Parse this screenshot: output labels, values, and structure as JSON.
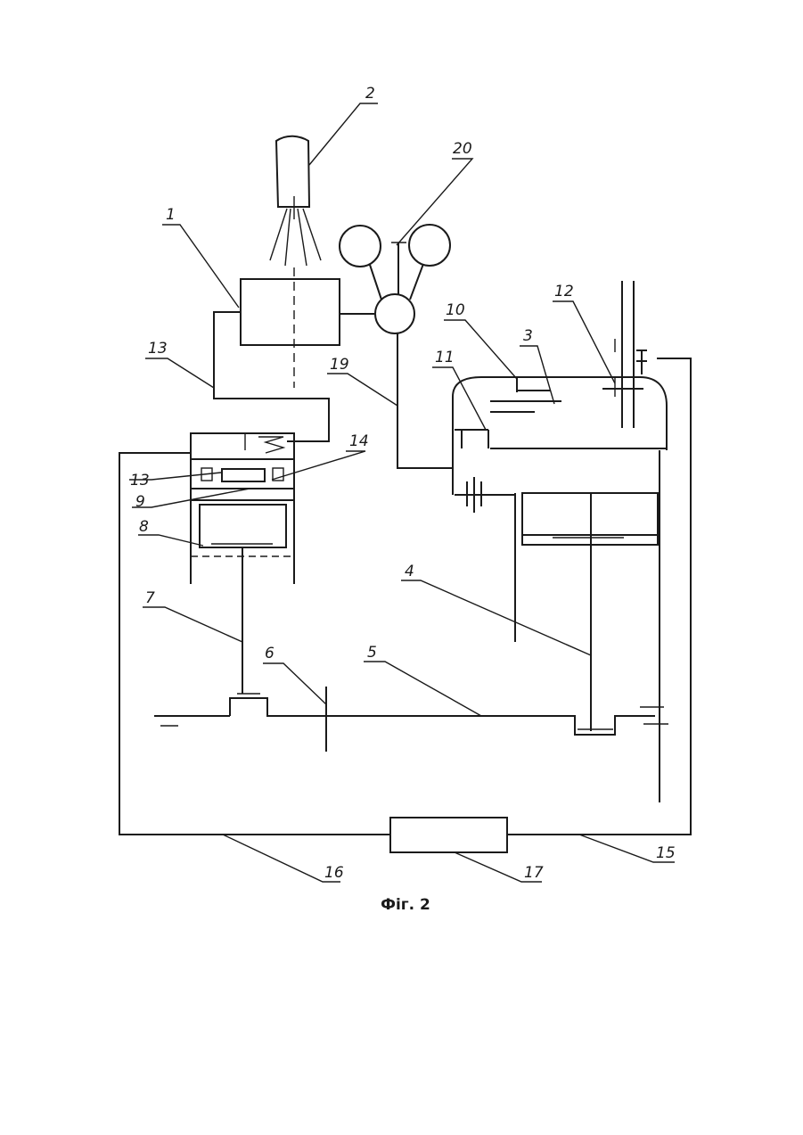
{
  "caption": "Фіг. 2",
  "labels": {
    "l1": "1",
    "l2": "2",
    "l3": "3",
    "l4": "4",
    "l5": "5",
    "l6": "6",
    "l7": "7",
    "l8": "8",
    "l9": "9",
    "l10": "10",
    "l11": "11",
    "l12": "12",
    "l13a": "13",
    "l13b": "13",
    "l14": "14",
    "l15": "15",
    "l16": "16",
    "l17": "17",
    "l19": "19",
    "l20": "20"
  }
}
